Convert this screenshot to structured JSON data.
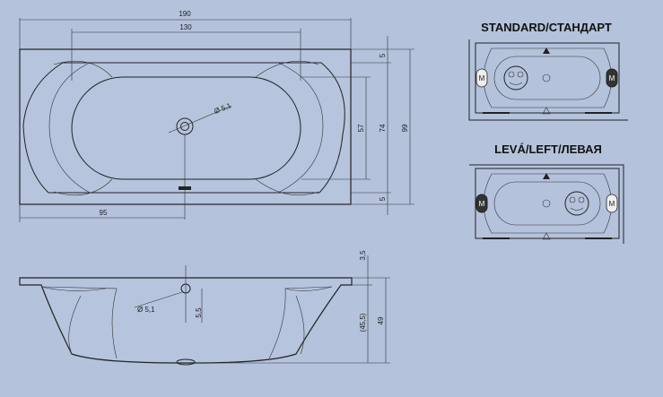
{
  "top_view": {
    "dim_overall_length": "190",
    "dim_inner_length": "130",
    "dim_overall_width": "99",
    "dim_inner_width": "74",
    "dim_basin_width": "57",
    "dim_rim_top": "5",
    "dim_rim_bottom": "5",
    "dim_drain_offset": "95",
    "dim_drain_diameter": "Ø 5,1"
  },
  "side_view": {
    "dim_rim_thickness": "3,5",
    "dim_depth_inner": "(45,5)",
    "dim_depth_total": "49",
    "dim_overflow_height": "5,5",
    "dim_overflow_diameter": "Ø 5,1"
  },
  "variants": {
    "standard_title": "STANDARD/СТАНДАРТ",
    "left_title": "LEVÁ/LEFT/ЛЕВАЯ",
    "motor_label": "M"
  },
  "colors": {
    "background": "#b4c2dc",
    "line": "#222222"
  }
}
